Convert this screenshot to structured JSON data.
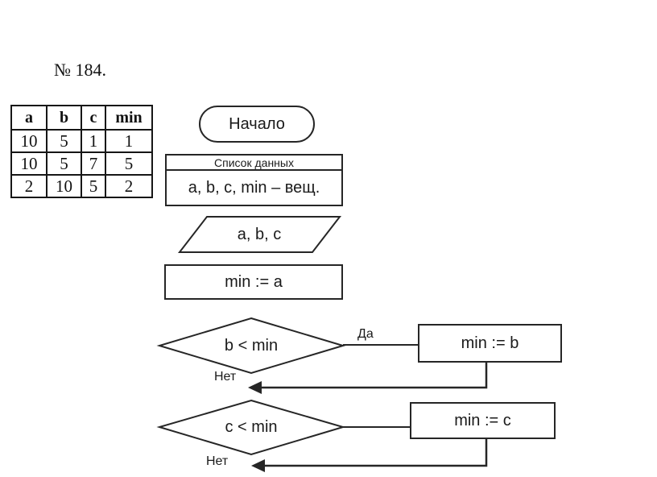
{
  "page": {
    "title": "№ 184."
  },
  "table": {
    "headers": [
      "a",
      "b",
      "c",
      "min"
    ],
    "rows": [
      [
        "10",
        "5",
        "1",
        "1"
      ],
      [
        "10",
        "5",
        "7",
        "5"
      ],
      [
        "2",
        "10",
        "5",
        "2"
      ]
    ]
  },
  "flowchart": {
    "start_label": "Начало",
    "data_list_header": "Список данных",
    "data_list_body": "a, b, c, min – вещ.",
    "input_label": "a, b, c",
    "assign_min_a": "min := a",
    "decision_b": "b < min",
    "assign_min_b": "min := b",
    "decision_c": "c < min",
    "assign_min_c": "min := c",
    "yes_label": "Да",
    "no_label_1": "Нет",
    "no_label_2": "Нет"
  },
  "colors": {
    "background": "#ffffff",
    "line": "#262626",
    "text": "#1a1a1a"
  }
}
